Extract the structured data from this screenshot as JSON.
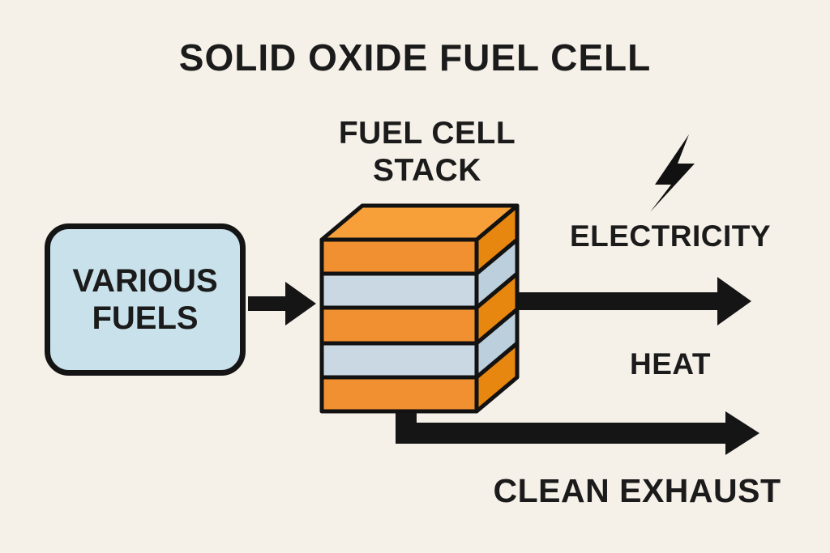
{
  "title": "SOLID OXIDE FUEL CELL",
  "fuels_box": {
    "line1": "VARIOUS",
    "line2": "FUELS"
  },
  "stack_label": {
    "line1": "FUEL CELL",
    "line2": "STACK"
  },
  "labels": {
    "electricity": "ELECTRICITY",
    "heat": "HEAT",
    "clean_exhaust": "CLEAN EXHAUST"
  },
  "icons": {
    "lightning": "lightning-bolt-icon"
  },
  "colors": {
    "background": "#f6f1e8",
    "text": "#1b1b1b",
    "outline": "#121212",
    "arrow": "#151515",
    "fuels_box_fill": "#c8e1ea",
    "stack_orange_front": "#f09030",
    "stack_orange_side": "#e8870f",
    "stack_orange_top": "#f7a03a",
    "stack_blue_front": "#c9d8e3",
    "stack_blue_side": "#bccfdc",
    "lightning_fill": "#111111"
  }
}
